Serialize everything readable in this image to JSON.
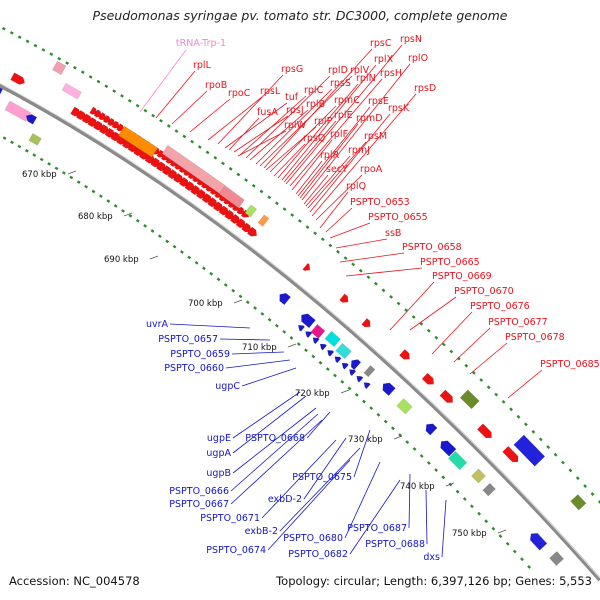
{
  "header": {
    "title": "Pseudomonas syringae pv. tomato str. DC3000, complete genome"
  },
  "footer": {
    "accession": "Accession: NC_004578",
    "summary": "Topology: circular; Length: 6,397,126 bp; Genes: 5,553"
  },
  "colors": {
    "backbone": "#8a8a8a",
    "gc_dots": "#2e8b2e",
    "forward_label": "#e8121c",
    "reverse_label": "#1515c8",
    "trna_label": "#ee88d0",
    "rrna_block": "#ff8c00",
    "ribosomal_block": "#f4a3a8"
  },
  "ticks": [
    "670 kbp",
    "680 kbp",
    "690 kbp",
    "700 kbp",
    "710 kbp",
    "720 kbp",
    "730 kbp",
    "740 kbp",
    "750 kbp"
  ],
  "labels_pink": [
    "tRNA-Trp-1"
  ],
  "labels_red": [
    "rplL",
    "rpoB",
    "rpoC",
    "rpsL",
    "rpsG",
    "tuf",
    "fusA",
    "rpsJ",
    "rplC",
    "rplD",
    "rplW",
    "rplB",
    "rpsS",
    "rplV",
    "rpsC",
    "rplP",
    "rpmC",
    "rpsQ",
    "rplN",
    "rplX",
    "rplE",
    "rpsN",
    "rpsH",
    "rplF",
    "rplR",
    "rpsE",
    "rpmD",
    "rplO",
    "secY",
    "rpmJ",
    "rpsM",
    "rpsK",
    "rpsD",
    "rpoA",
    "rplQ",
    "PSPTO_0653",
    "PSPTO_0655",
    "ssB",
    "PSPTO_0658",
    "PSPTO_0665",
    "PSPTO_0669",
    "PSPTO_0670",
    "PSPTO_0676",
    "PSPTO_0677",
    "PSPTO_0678",
    "PSPTO_0685"
  ],
  "labels_blue": [
    "uvrA",
    "PSPTO_0657",
    "PSPTO_0659",
    "PSPTO_0660",
    "ugpC",
    "ugpE",
    "PSPTO_0668",
    "ugpA",
    "ugpB",
    "PSPTO_0675",
    "PSPTO_0666",
    "PSPTO_0667",
    "exbD-2",
    "PSPTO_0671",
    "exbB-2",
    "PSPTO_0680",
    "PSPTO_0687",
    "PSPTO_0674",
    "PSPTO_0682",
    "PSPTO_0688",
    "dxs"
  ]
}
